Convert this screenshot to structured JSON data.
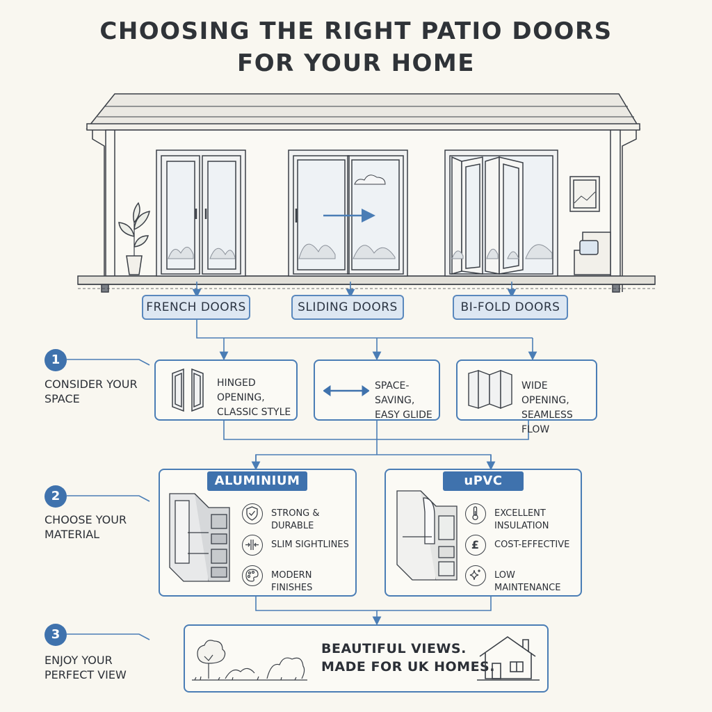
{
  "title": {
    "line1": "CHOOSING THE RIGHT PATIO DOORS",
    "line2": "FOR YOUR HOME"
  },
  "door_types": [
    {
      "label": "FRENCH DOORS"
    },
    {
      "label": "SLIDING DOORS"
    },
    {
      "label": "BI-FOLD DOORS"
    }
  ],
  "steps": [
    {
      "number": "1",
      "label_line1": "CONSIDER YOUR",
      "label_line2": "SPACE"
    },
    {
      "number": "2",
      "label_line1": "CHOOSE YOUR",
      "label_line2": "MATERIAL"
    },
    {
      "number": "3",
      "label_line1": "ENJOY YOUR",
      "label_line2": "PERFECT VIEW"
    }
  ],
  "space_options": [
    {
      "line1": "HINGED OPENING,",
      "line2": "CLASSIC STYLE",
      "icon": "french-door-icon"
    },
    {
      "line1": "SPACE-SAVING,",
      "line2": "EASY GLIDE",
      "icon": "double-arrow-icon"
    },
    {
      "line1": "WIDE OPENING,",
      "line2": "SEAMLESS FLOW",
      "icon": "bifold-door-icon"
    }
  ],
  "materials": [
    {
      "name": "ALUMINIUM",
      "features": [
        {
          "label": "STRONG & DURABLE",
          "icon": "shield-check-icon"
        },
        {
          "label": "SLIM SIGHTLINES",
          "icon": "slim-lines-icon"
        },
        {
          "label": "MODERN FINISHES",
          "icon": "palette-icon"
        }
      ]
    },
    {
      "name": "uPVC",
      "features": [
        {
          "label": "EXCELLENT INSULATION",
          "icon": "thermometer-icon"
        },
        {
          "label": "COST-EFFECTIVE",
          "icon": "pound-icon"
        },
        {
          "label": "LOW MAINTENANCE",
          "icon": "sparkle-icon"
        }
      ]
    }
  ],
  "result": {
    "line1": "BEAUTIFUL VIEWS.",
    "line2": "MADE FOR UK HOMES."
  },
  "colors": {
    "accent": "#3f72ad",
    "pill_fill": "#dde7f2",
    "background": "#f9f7f0",
    "ink": "#2b2f36"
  }
}
